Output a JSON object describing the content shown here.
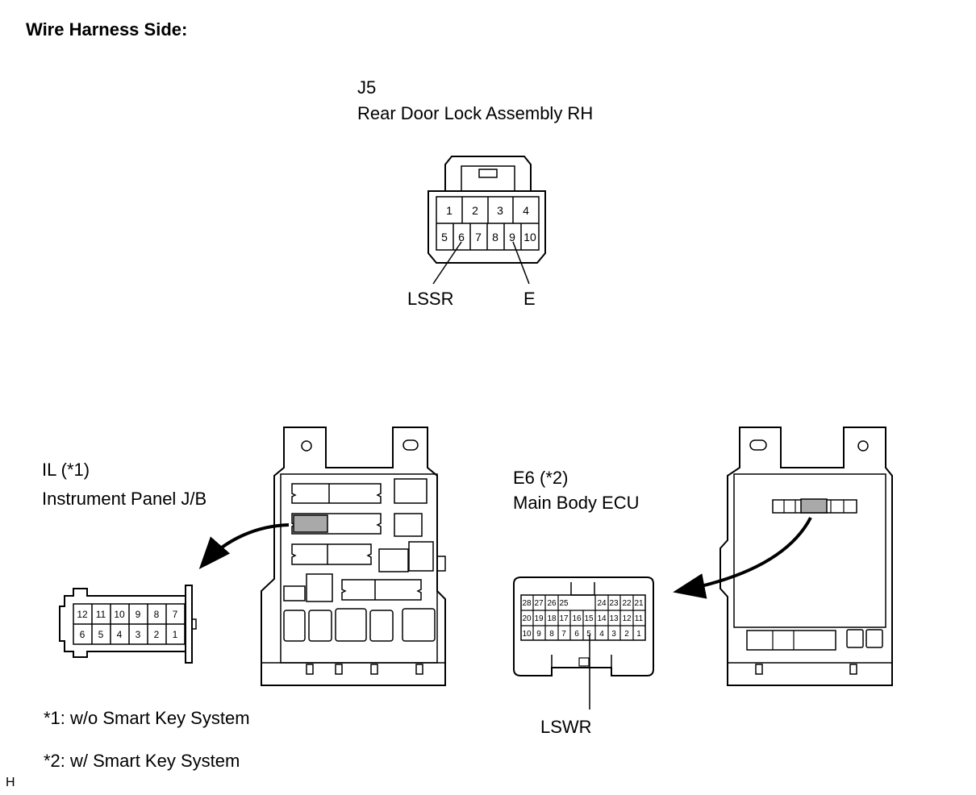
{
  "title": "Wire Harness Side:",
  "j5": {
    "code": "J5",
    "name": "Rear Door Lock Assembly RH",
    "row1": [
      "1",
      "2",
      "3",
      "4"
    ],
    "row2": [
      "5",
      "6",
      "7",
      "8",
      "9",
      "10"
    ],
    "pin_left": "LSSR",
    "pin_right": "E"
  },
  "il": {
    "code": "IL (*1)",
    "name": "Instrument Panel J/B",
    "row1": [
      "12",
      "11",
      "10",
      "9",
      "8",
      "7"
    ],
    "row2": [
      "6",
      "5",
      "4",
      "3",
      "2",
      "1"
    ]
  },
  "e6": {
    "code": "E6 (*2)",
    "name": "Main Body ECU",
    "row1_left": [
      "28",
      "27",
      "26",
      "25"
    ],
    "row1_right": [
      "24",
      "23",
      "22",
      "21"
    ],
    "row2": [
      "20",
      "19",
      "18",
      "17",
      "16",
      "15",
      "14",
      "13",
      "12",
      "11"
    ],
    "row3": [
      "10",
      "9",
      "8",
      "7",
      "6",
      "5",
      "4",
      "3",
      "2",
      "1"
    ],
    "pin": "LSWR"
  },
  "notes": {
    "note1": "*1: w/o Smart Key System",
    "note2": "*2: w/ Smart Key System"
  },
  "corner": "H"
}
